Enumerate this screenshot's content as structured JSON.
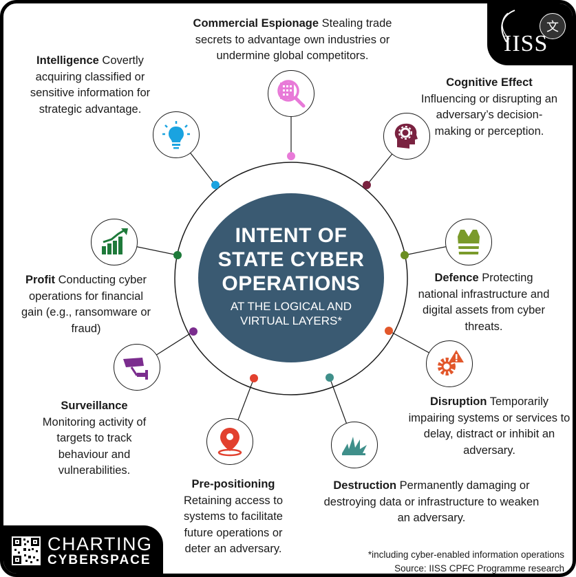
{
  "hub": {
    "title_lines": [
      "INTENT OF",
      "STATE CYBER",
      "OPERATIONS"
    ],
    "subtitle_lines": [
      "AT THE LOGICAL AND",
      "VIRTUAL LAYERS*"
    ],
    "color": "#3a5a72"
  },
  "items": [
    {
      "key": "espionage",
      "title": "Commercial Espionage",
      "desc": "Stealing trade secrets to advantage own industries or undermine global competitors.",
      "color": "#e87ad8",
      "icon": "magnifier-building-icon"
    },
    {
      "key": "cognitive",
      "title": "Cognitive Effect",
      "desc": "Influencing or disrupting an adversary’s decision-making or perception.",
      "color": "#7a2240",
      "icon": "head-gear-icon"
    },
    {
      "key": "defence",
      "title": "Defence",
      "desc": "Protecting national infrastructure and digital assets from cyber threats.",
      "color": "#6b8e23",
      "icon": "safety-vest-icon"
    },
    {
      "key": "disruption",
      "title": "Disruption",
      "desc": "Temporarily impairing systems or services to delay, distract or inhibit an adversary.",
      "color": "#e2572b",
      "icon": "gear-warning-icon"
    },
    {
      "key": "destruction",
      "title": "Destruction",
      "desc": "Permanently damaging or destroying data or infrastructure to weaken an adversary.",
      "color": "#3f8f8a",
      "icon": "explosion-icon"
    },
    {
      "key": "prepositioning",
      "title": "Pre-positioning",
      "desc": "Retaining access to systems to facilitate future operations or deter an adversary.",
      "color": "#e2402e",
      "icon": "location-pin-icon"
    },
    {
      "key": "surveillance",
      "title": "Surveillance",
      "desc": "Monitoring activity of targets to track behaviour and vulnerabilities.",
      "color": "#7b2d8e",
      "icon": "security-camera-icon"
    },
    {
      "key": "profit",
      "title": "Profit",
      "desc": "Conducting cyber operations for financial gain (e.g., ransomware or fraud)",
      "color": "#1e7a3a",
      "icon": "growth-chart-icon"
    },
    {
      "key": "intelligence",
      "title": "Intelligence",
      "desc": "Covertly acquiring classified or sensitive information for strategic advantage.",
      "color": "#1aa3e0",
      "icon": "lightbulb-icon"
    }
  ],
  "logo": {
    "text": "IISS",
    "translate_glyph": "文"
  },
  "brand": {
    "line1": "CHARTING",
    "line2": "CYBERSPACE"
  },
  "footnote": "*including cyber-enabled information operations",
  "source": "Source: IISS CPFC Programme research",
  "ring_color": "#1a1a1a"
}
